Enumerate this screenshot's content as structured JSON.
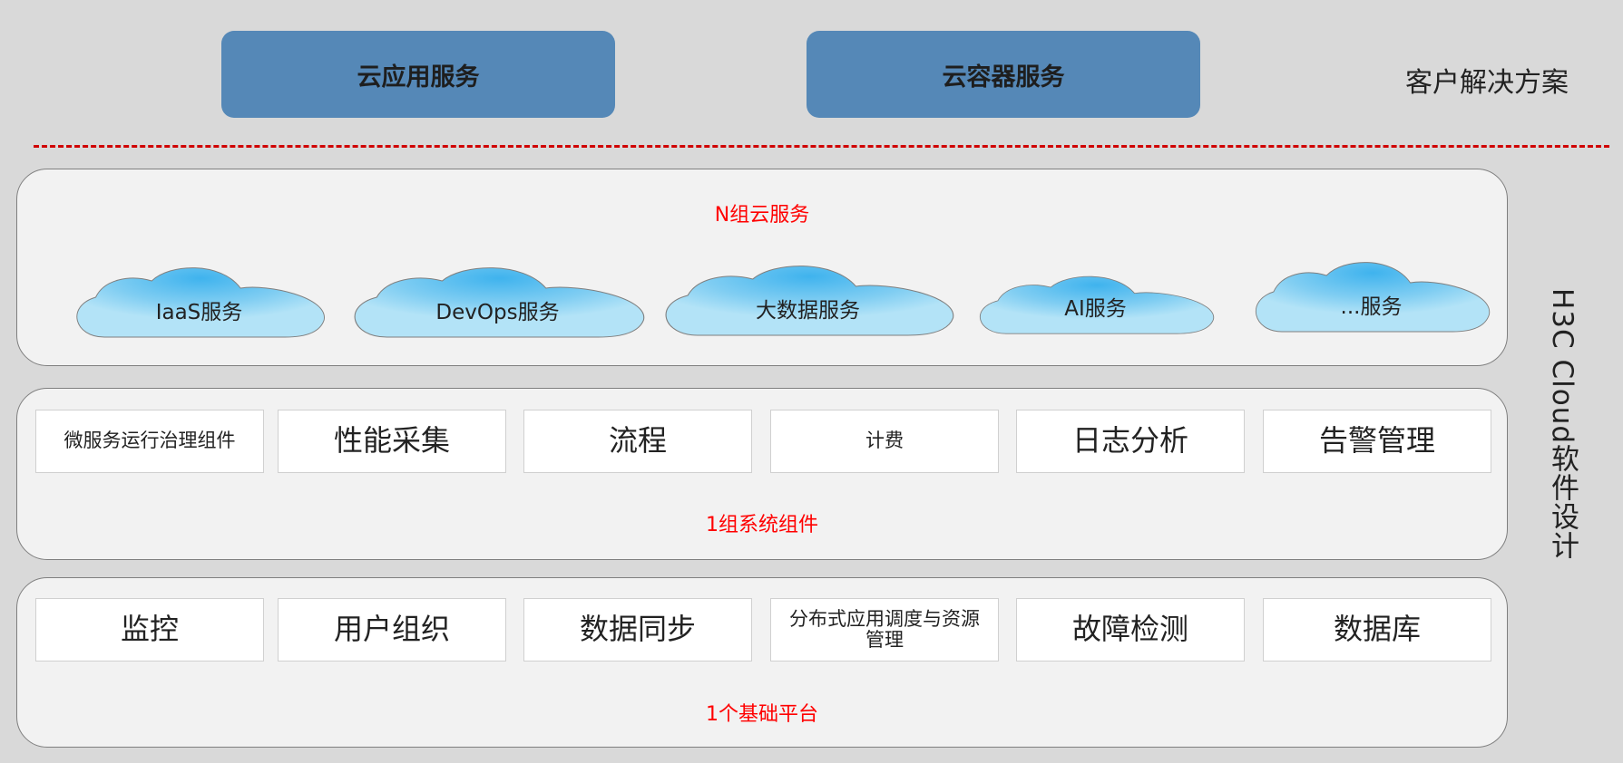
{
  "top": {
    "buttons": [
      "云应用服务",
      "云容器服务"
    ],
    "right_label": "客户解决方案"
  },
  "side_label": "H3C Cloud软件设计",
  "cloud_services": {
    "title": "N组云服务",
    "items": [
      "IaaS服务",
      "DevOps服务",
      "大数据服务",
      "AI服务",
      "...服务"
    ]
  },
  "system_components": {
    "title": "1组系统组件",
    "items": [
      "微服务运行治理组件",
      "性能采集",
      "流程",
      "计费",
      "日志分析",
      "告警管理"
    ]
  },
  "base_platform": {
    "title": "1个基础平台",
    "items": [
      "监控",
      "用户组织",
      "数据同步",
      "分布式应用调度与资源管理",
      "故障检测",
      "数据库"
    ]
  },
  "colors": {
    "accent": "#5588b7",
    "divider": "#d00000",
    "label": "#ff0000"
  }
}
